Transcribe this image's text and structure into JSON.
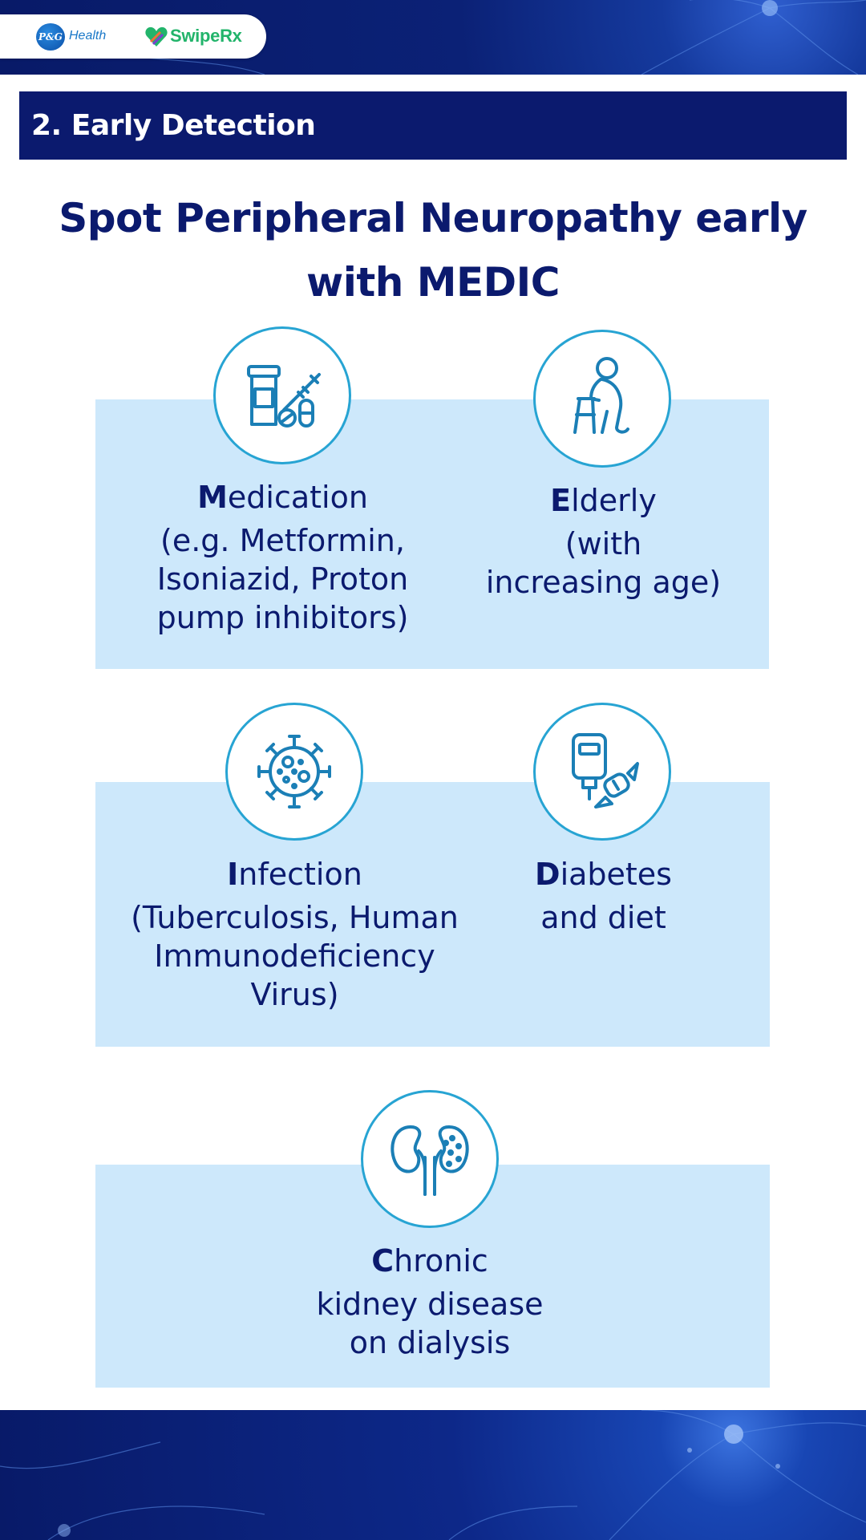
{
  "branding": {
    "pg_badge": "P&G",
    "pg_health": "Health",
    "swiperx": "SwipeRx"
  },
  "header": {
    "section_title": "2. Early Detection"
  },
  "main": {
    "title_line1": "Spot Peripheral Neuropathy early",
    "title_line2": "with MEDIC"
  },
  "items": [
    {
      "letter": "M",
      "rest": "edication",
      "desc_lines": [
        "(e.g. Metformin,",
        "Isoniazid, Proton",
        "pump inhibitors)"
      ],
      "icon": "medication-icon"
    },
    {
      "letter": "E",
      "rest": "lderly",
      "desc_lines": [
        "(with",
        "increasing age)"
      ],
      "icon": "elderly-walker-icon"
    },
    {
      "letter": "I",
      "rest": "nfection",
      "desc_lines": [
        "(Tuberculosis, Human",
        "Immunodeficiency",
        "Virus)"
      ],
      "icon": "virus-icon"
    },
    {
      "letter": "D",
      "rest": "iabetes",
      "desc_lines": [
        "and diet"
      ],
      "icon": "glucometer-candy-icon"
    },
    {
      "letter": "C",
      "rest": "hronic",
      "desc_lines": [
        "kidney disease",
        "on dialysis"
      ],
      "icon": "kidneys-icon"
    }
  ],
  "colors": {
    "navy": "#0b1a6e",
    "panel": "#cde8fb",
    "icon_stroke": "#1b7fb6",
    "circle_border": "#27a4d3",
    "swiperx_green": "#22b46b"
  }
}
